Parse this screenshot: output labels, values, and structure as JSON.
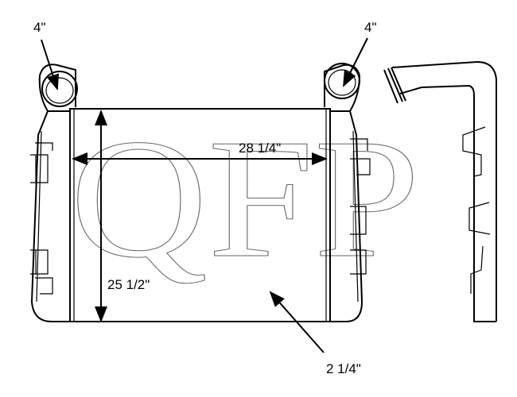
{
  "diagram": {
    "watermark": "QFP",
    "labels": {
      "inlet_left": "4\"",
      "inlet_right": "4\"",
      "width": "28 1/4\"",
      "height": "25 1/2\"",
      "depth": "2 1/4\""
    }
  }
}
